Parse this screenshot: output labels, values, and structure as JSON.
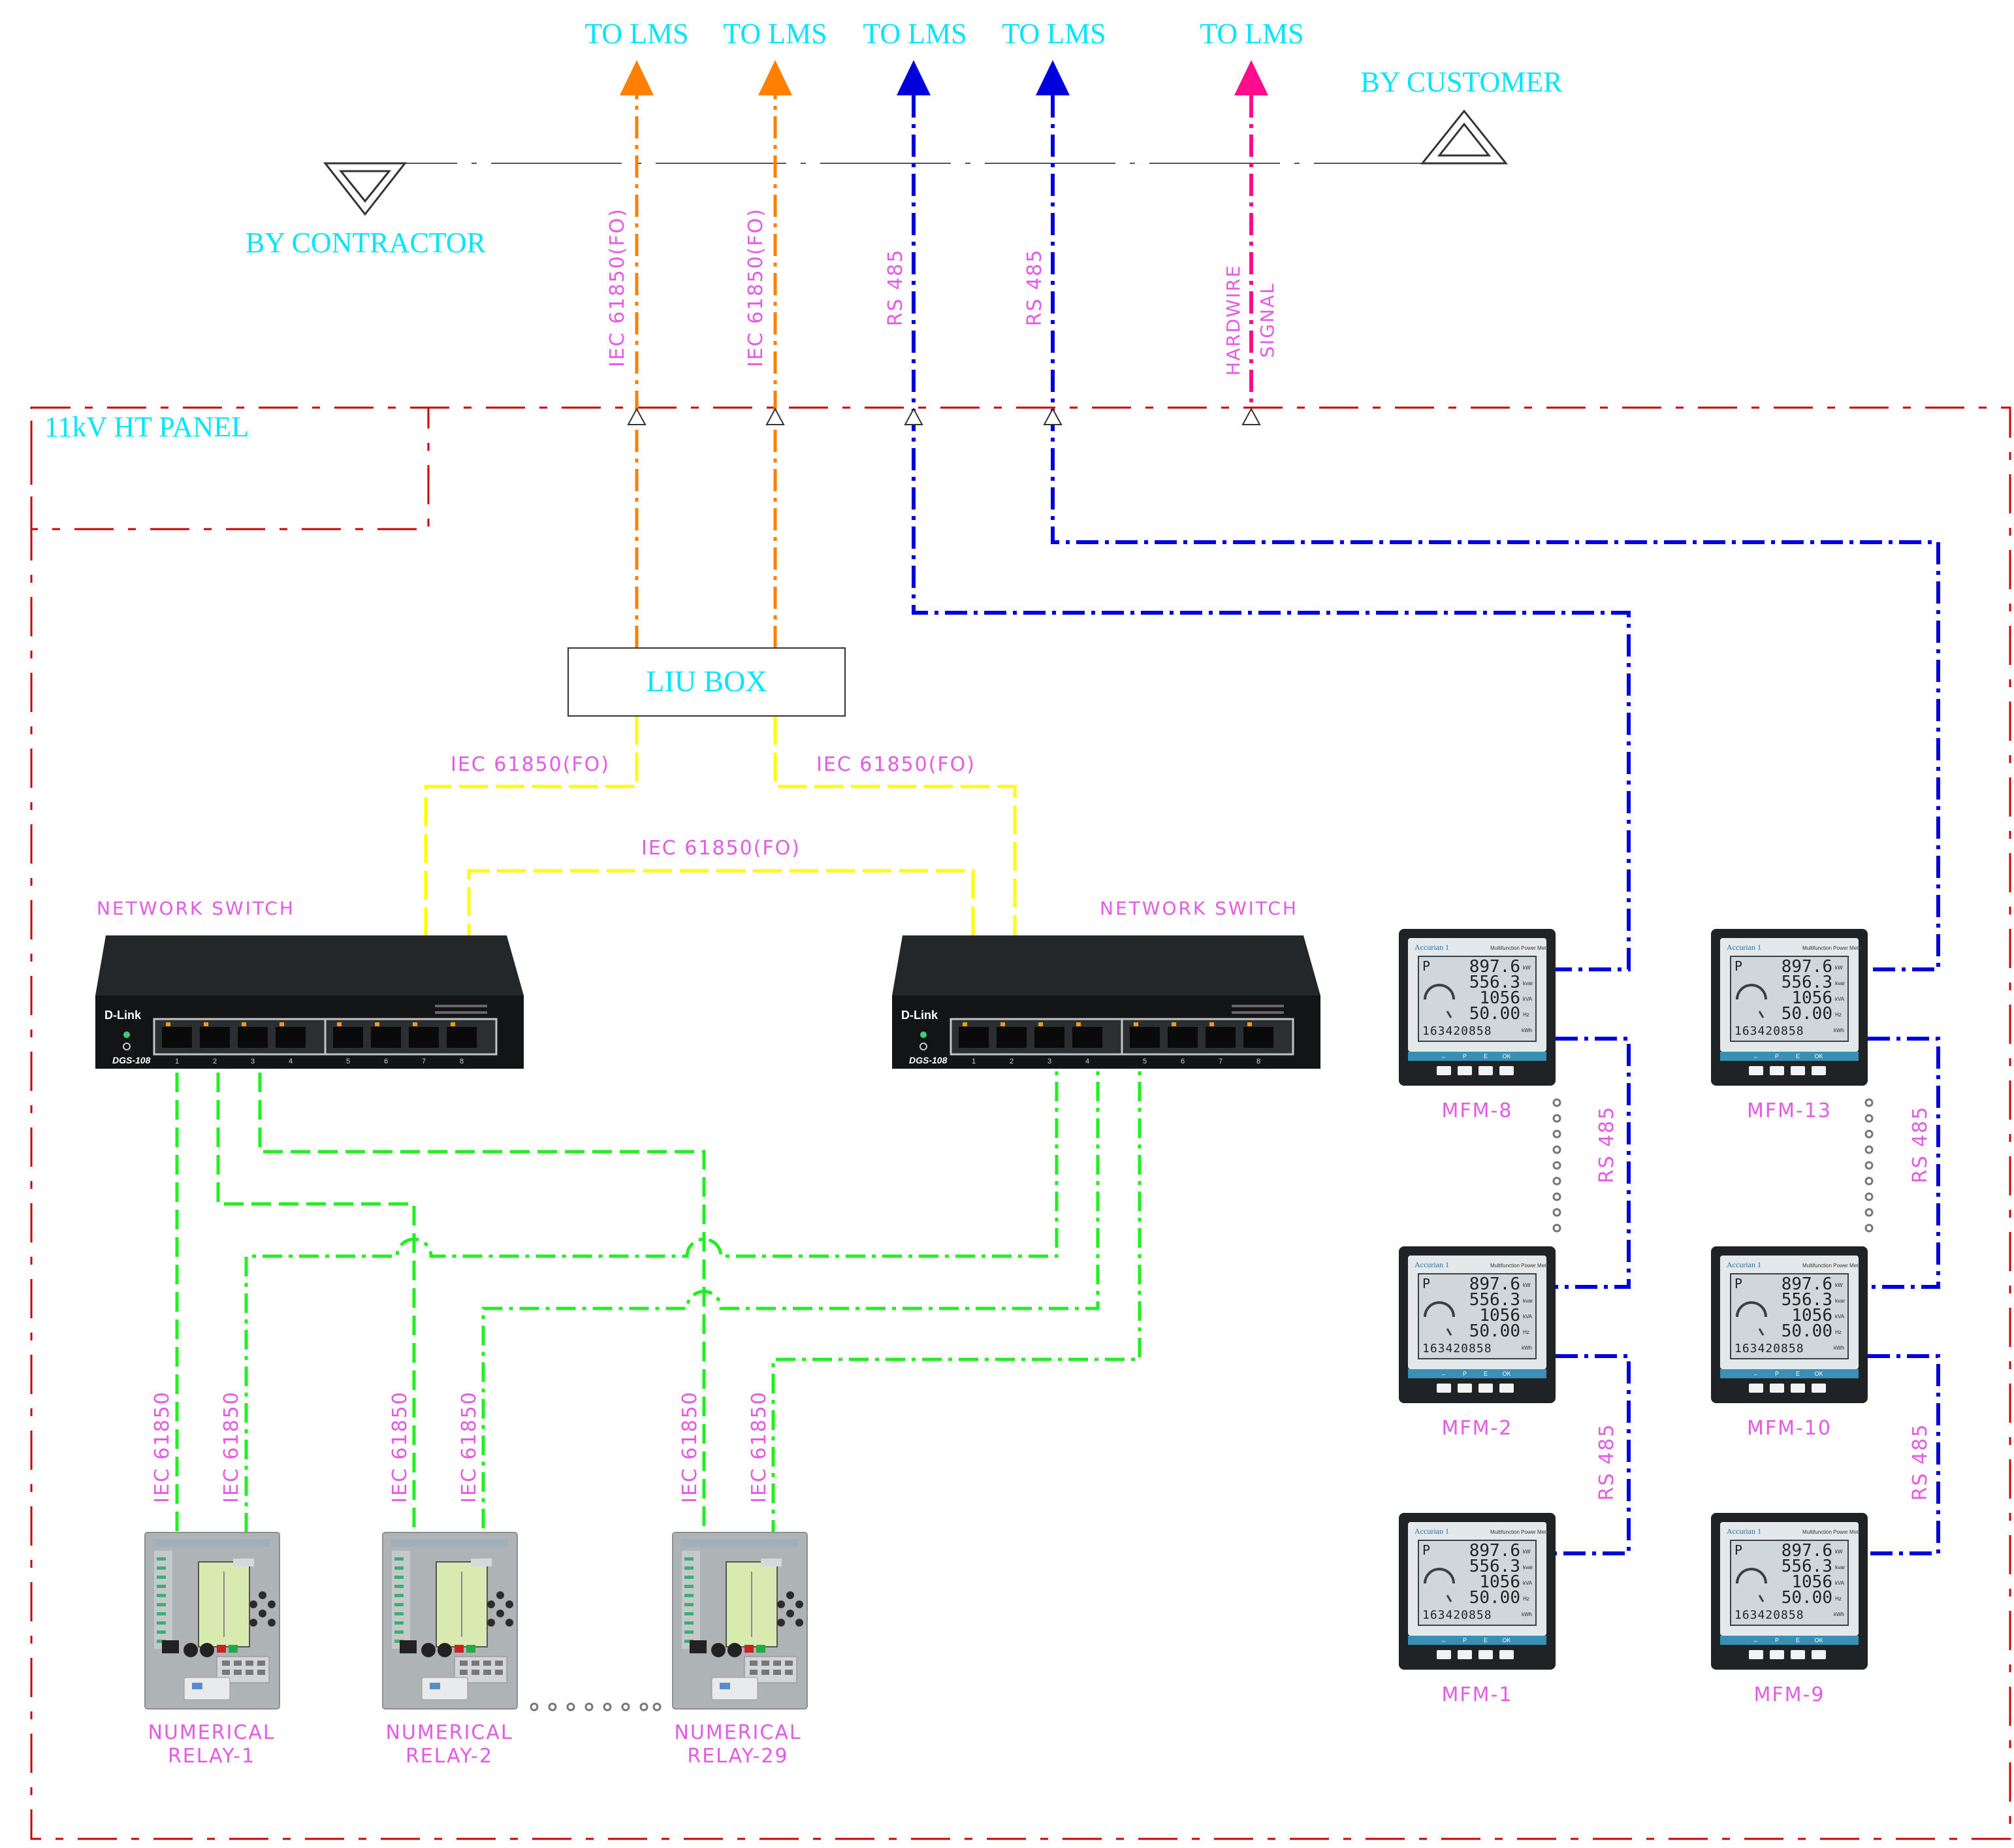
{
  "header": {
    "to_lms": [
      "TO LMS",
      "TO LMS",
      "TO LMS",
      "TO LMS",
      "TO LMS"
    ],
    "by_contractor": "BY CONTRACTOR",
    "by_customer": "BY CUSTOMER"
  },
  "panel": {
    "title": "11kV HT PANEL"
  },
  "vertical_labels": {
    "iec_fo_1": "IEC 61850(FO)",
    "iec_fo_2": "IEC 61850(FO)",
    "rs485_1": "RS 485",
    "rs485_2": "RS 485",
    "hardwire_1": "HARDWIRE",
    "hardwire_2": "SIGNAL"
  },
  "liu_box": {
    "label": "LIU BOX"
  },
  "fo_labels": {
    "left": "IEC 61850(FO)",
    "right": "IEC 61850(FO)",
    "middle": "IEC 61850(FO)"
  },
  "switches": [
    {
      "caption": "NETWORK SWITCH",
      "brand": "D-Link",
      "model": "DGS-108",
      "ports": [
        "1",
        "2",
        "3",
        "4",
        "5",
        "6",
        "7",
        "8"
      ]
    },
    {
      "caption": "NETWORK SWITCH",
      "brand": "D-Link",
      "model": "DGS-108",
      "ports": [
        "1",
        "2",
        "3",
        "4",
        "5",
        "6",
        "7",
        "8"
      ]
    }
  ],
  "relay_link_label": "IEC 61850",
  "relays": [
    {
      "line1": "NUMERICAL",
      "line2": "RELAY-1"
    },
    {
      "line1": "NUMERICAL",
      "line2": "RELAY-2"
    },
    {
      "line1": "NUMERICAL",
      "line2": "RELAY-29"
    }
  ],
  "meters": [
    {
      "name": "MFM-8"
    },
    {
      "name": "MFM-2"
    },
    {
      "name": "MFM-1"
    },
    {
      "name": "MFM-13"
    },
    {
      "name": "MFM-10"
    },
    {
      "name": "MFM-9"
    }
  ],
  "meter_display": {
    "brand": "Accurian 1",
    "subtitle": "Multifunction Power Meter",
    "letter": "P",
    "v1": "897.6",
    "u1": "kW",
    "v2": "556.3",
    "u2": "kvar",
    "v3": "1056",
    "u3": "kVA",
    "v4": "50.00",
    "u4": "Hz",
    "v5": "163420858",
    "u5": "kWh",
    "buttons": [
      "←",
      "P",
      "E",
      "OK"
    ]
  },
  "rs485_bus_label": "RS 485",
  "colors": {
    "cyan": "#00e5ff",
    "pink_text": "#e45ae4",
    "orange": "#ff8000",
    "blue": "#0000dd",
    "magenta": "#ff0d8a",
    "yellow": "#ffff00",
    "green": "#22ee22",
    "panel_border": "#cc0000"
  }
}
